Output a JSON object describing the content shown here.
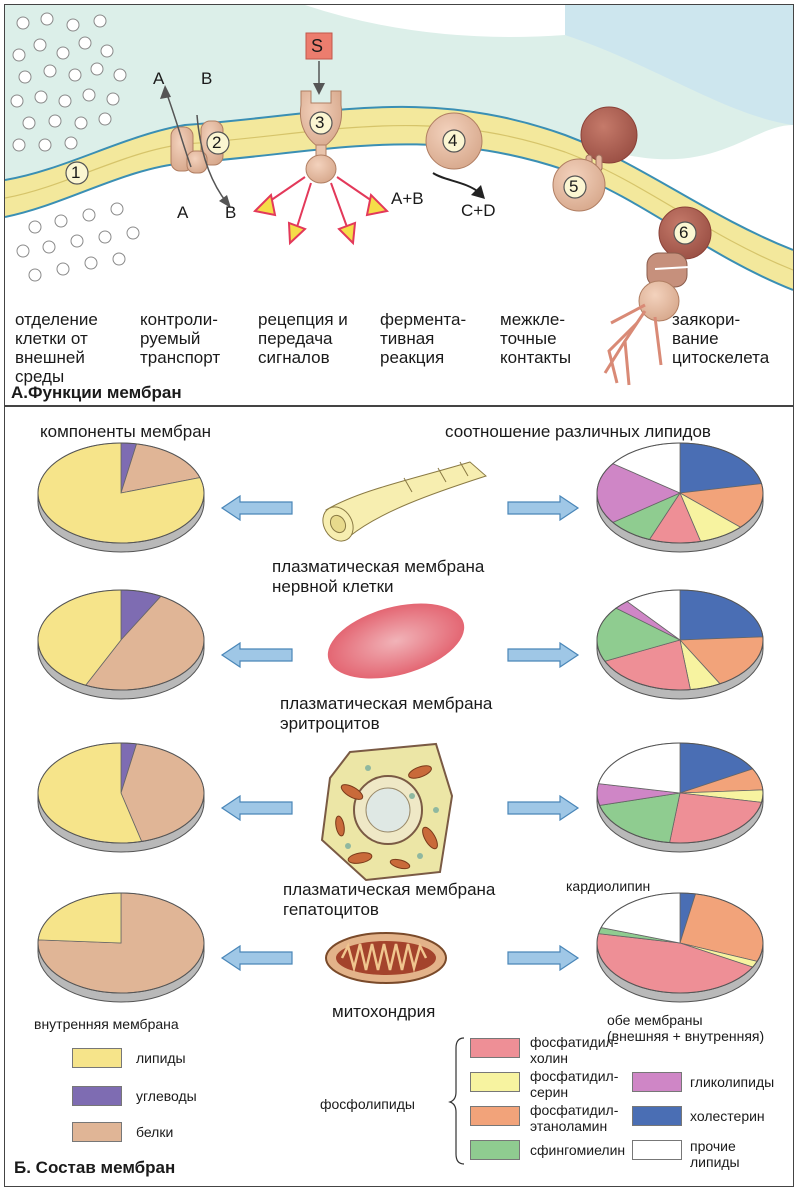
{
  "panel_a": {
    "title": "А.Функции мембран",
    "labels": {
      "s": "S",
      "a_top": "A",
      "b_top": "B",
      "a_bottom": "A",
      "b_bottom": "B",
      "ab": "A+B",
      "cd": "C+D"
    },
    "numbers": [
      "1",
      "2",
      "3",
      "4",
      "5",
      "6"
    ],
    "functions": [
      "отделение\nклетки от\nвнешней\nсреды",
      "контроли-\nруемый\nтранспорт",
      "рецепция и\nпередача\nсигналов",
      "фермента-\nтивная\nреакция",
      "межкле-\nточные\nконтакты",
      "заякори-\nвание\nцитоскелета"
    ]
  },
  "panel_b": {
    "title": "Б. Состав мембран",
    "header_left": "компоненты мембран",
    "header_right": "соотношение различных липидов",
    "rows": [
      {
        "caption": "плазматическая мембрана\nнервной клетки"
      },
      {
        "caption": "плазматическая мембрана\nэритроцитов"
      },
      {
        "caption": "плазматическая мембрана\nгепатоцитов"
      },
      {
        "caption": "митохондрия",
        "left_sub": "внутренняя мембрана",
        "right_sub": "обе мембраны\n(внешняя + внутренняя)",
        "right_note": "кардиолипин"
      }
    ],
    "legend_left": [
      {
        "label": "липиды",
        "color": "#f6e48a"
      },
      {
        "label": "углеводы",
        "color": "#7e6cb2"
      },
      {
        "label": "белки",
        "color": "#e0b596"
      }
    ],
    "legend_group_label": "фосфолипиды",
    "legend_phospho": [
      {
        "label": "фосфатидил-\nхолин",
        "color": "#ee8f96"
      },
      {
        "label": "фосфатидил-\nсерин",
        "color": "#f7f3a0"
      },
      {
        "label": "фосфатидил-\nэтаноламин",
        "color": "#f2a37a"
      },
      {
        "label": "сфингомиелин",
        "color": "#8fcc90"
      }
    ],
    "legend_other": [
      {
        "label": "гликолипиды",
        "color": "#cf86c6"
      },
      {
        "label": "холестерин",
        "color": "#4a6eb4"
      },
      {
        "label": "прочие\nлипиды",
        "color": "#ffffff"
      }
    ]
  },
  "chart_data": {
    "type": "pie",
    "groups": [
      {
        "row": "плазматическая мембрана нервной клетки",
        "components": {
          "липиды": 0.8,
          "углеводы": 0.03,
          "белки": 0.17
        },
        "lipids": {
          "холестерин": 0.22,
          "фосфатидил-этаноламин": 0.15,
          "фосфатидил-серин": 0.09,
          "фосфатидил-холин": 0.1,
          "сфингомиелин": 0.09,
          "гликолипиды": 0.2,
          "прочие липиды": 0.15
        }
      },
      {
        "row": "плазматическая мембрана эритроцитов",
        "components": {
          "липиды": 0.43,
          "углеводы": 0.08,
          "белки": 0.49
        },
        "lipids": {
          "холестерин": 0.24,
          "фосфатидил-этаноламин": 0.18,
          "фосфатидил-серин": 0.06,
          "фосфатидил-холин": 0.2,
          "сфингомиелин": 0.18,
          "гликолипиды": 0.03,
          "прочие липиды": 0.11
        }
      },
      {
        "row": "плазматическая мембрана гепатоцитов",
        "components": {
          "липиды": 0.54,
          "углеводы": 0.03,
          "белки": 0.43
        },
        "lipids": {
          "холестерин": 0.17,
          "фосфатидил-этаноламин": 0.07,
          "фосфатидил-серин": 0.04,
          "фосфатидил-холин": 0.24,
          "сфингомиелин": 0.19,
          "гликолипиды": 0.07,
          "прочие липиды": 0.22
        }
      },
      {
        "row": "митохондрия",
        "components": {
          "липиды": 0.24,
          "углеводы": 0.0,
          "белки": 0.76
        },
        "lipids": {
          "холестерин": 0.03,
          "фосфатидил-этаноламин": 0.28,
          "фосфатидил-серин": 0.02,
          "фосфатидил-холин": 0.45,
          "сфингомиелин": 0.02,
          "гликолипиды": 0.0,
          "прочие липиды": 0.2
        }
      }
    ]
  }
}
